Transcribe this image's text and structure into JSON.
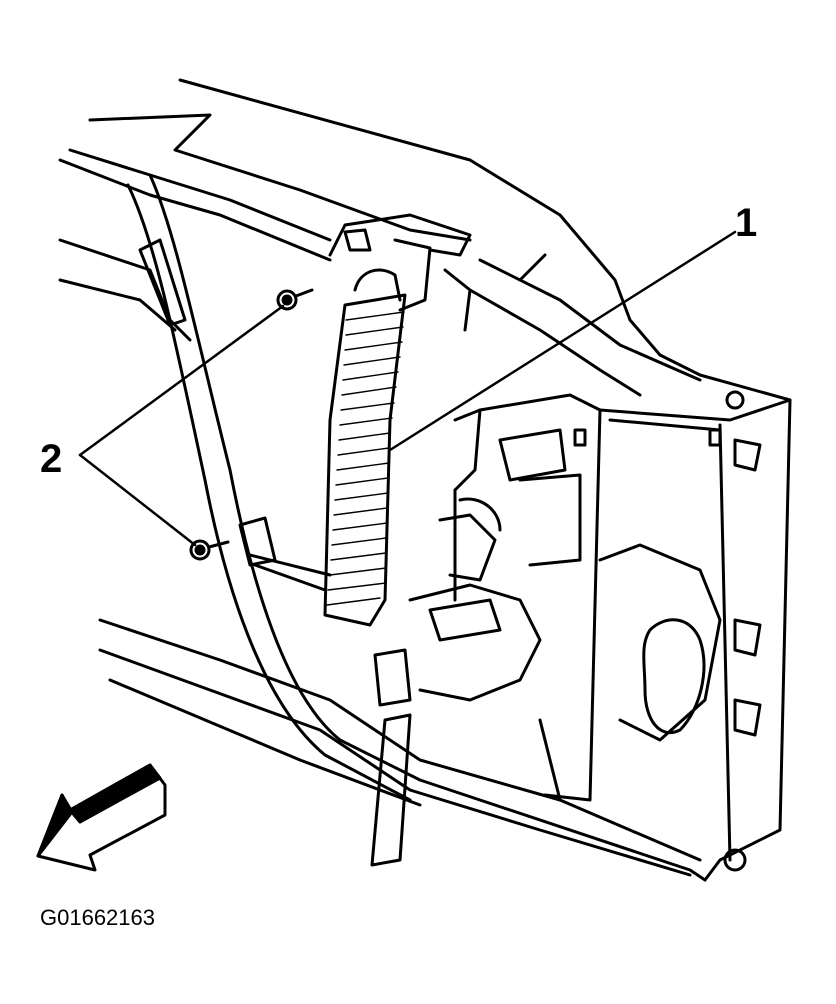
{
  "callouts": {
    "label_1": "1",
    "label_2": "2"
  },
  "figure_id": "G01662163",
  "colors": {
    "line": "#000000",
    "background": "#ffffff"
  }
}
